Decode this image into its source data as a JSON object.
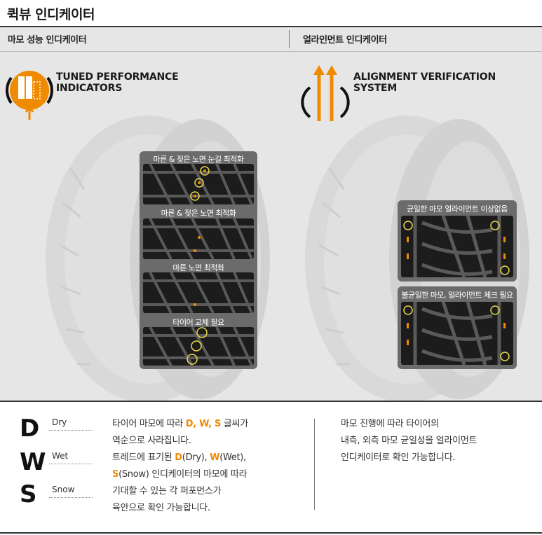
{
  "title": "퀵뷰 인디케이터",
  "left": {
    "header": "마모 성능 인디케이터",
    "feature_line1": "TUNED PERFORMANCE",
    "feature_line2": "INDICATORS",
    "icon": "tread-wear-indicator-icon",
    "captions": [
      "마른 & 젖은 노면 눈길 최적화",
      "마른 & 젖은 노면 최적화",
      "마른 노면 최적화",
      "타이어 교체 필요"
    ]
  },
  "right": {
    "header": "얼라인먼트 인디케이터",
    "feature_line1": "ALIGNMENT VERIFICATION",
    "feature_line2": "SYSTEM",
    "icon": "alignment-arrows-icon",
    "captions": [
      "균일한 마모 얼라이먼트 이상없음",
      "불균일한 마모, 얼라이먼트 체크 필요"
    ]
  },
  "dws": {
    "legend": [
      {
        "letter": "D",
        "word": "Dry"
      },
      {
        "letter": "W",
        "word": "Wet"
      },
      {
        "letter": "S",
        "word": "Snow"
      }
    ],
    "desc_line1_a": "타이어 마모에 따라 ",
    "desc_line1_hl": "D, W, S",
    "desc_line1_b": " 글씨가",
    "desc_line2": "역순으로 사라집니다.",
    "desc_line3_a": "트레드에 표기된 ",
    "d_letter": "D",
    "d_word": "(Dry), ",
    "w_letter": "W",
    "w_word": "(Wet),",
    "s_letter": "S",
    "s_word": "(Snow) 인디케이터의 마모에 따라",
    "desc_line5": "기대할 수 있는 각 퍼포먼스가",
    "desc_line6": "육안으로 확인 가능합니다."
  },
  "alignment_desc": [
    "마모 진행에 따라 타이어의",
    "내측, 외측 마모 균일성을 얼라이먼트",
    "인디케이터로 확인 가능합니다."
  ],
  "colors": {
    "accent": "#f08a00",
    "circle": "#e8d84a",
    "panel": "#e6e6e6"
  }
}
